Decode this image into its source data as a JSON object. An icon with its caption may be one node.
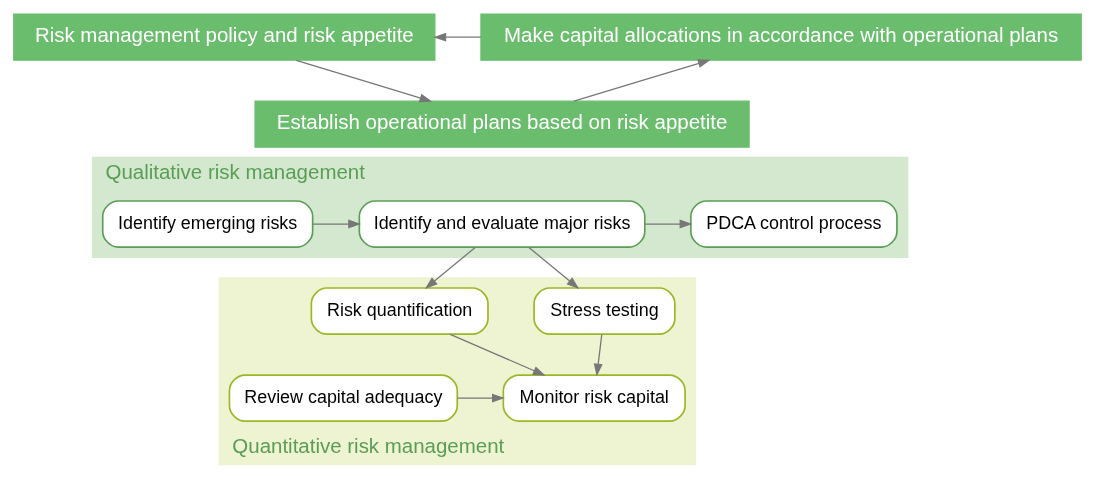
{
  "diagram": {
    "nodes": [
      {
        "text": [
          "Risk management policy and risk appetite"
        ]
      },
      {
        "text": [
          "Make capital allocations in accordance with operational plans"
        ]
      },
      {
        "text": [
          "Establish operational plans based on risk appetite"
        ]
      },
      {
        "text": [
          "Qualitative risk management"
        ]
      },
      {
        "text": [
          "Identify emerging risks"
        ],
        "in": 3
      },
      {
        "text": [
          "Identify and evaluate major risks"
        ],
        "in": 3
      },
      {
        "text": [
          "PDCA control process"
        ],
        "in": 3
      },
      {
        "text": [
          "Quantitative risk management"
        ]
      },
      {
        "text": [
          "Risk quantification"
        ],
        "in": 7
      },
      {
        "text": [
          "Stress testing"
        ],
        "in": 7
      },
      {
        "text": [
          "Monitor risk capital"
        ],
        "in": 7
      },
      {
        "text": [
          "Review capital adequacy"
        ],
        "in": 7
      }
    ],
    "edges": [
      {
        "from": 1,
        "to": 0,
        "arrow": "to"
      },
      {
        "from": 0,
        "to": 2,
        "arrow": "to"
      },
      {
        "from": 2,
        "to": 1,
        "arrow": "to"
      },
      {
        "from": 4,
        "to": 5,
        "arrow": "to"
      },
      {
        "from": 5,
        "to": 6,
        "arrow": "to"
      },
      {
        "from": 5,
        "to": 8,
        "arrow": "to"
      },
      {
        "from": 5,
        "to": 9,
        "arrow": "to"
      },
      {
        "from": 8,
        "to": 10,
        "arrow": "to"
      },
      {
        "from": 9,
        "to": 10,
        "arrow": "to"
      },
      {
        "from": 11,
        "to": 10,
        "arrow": "to"
      }
    ]
  }
}
